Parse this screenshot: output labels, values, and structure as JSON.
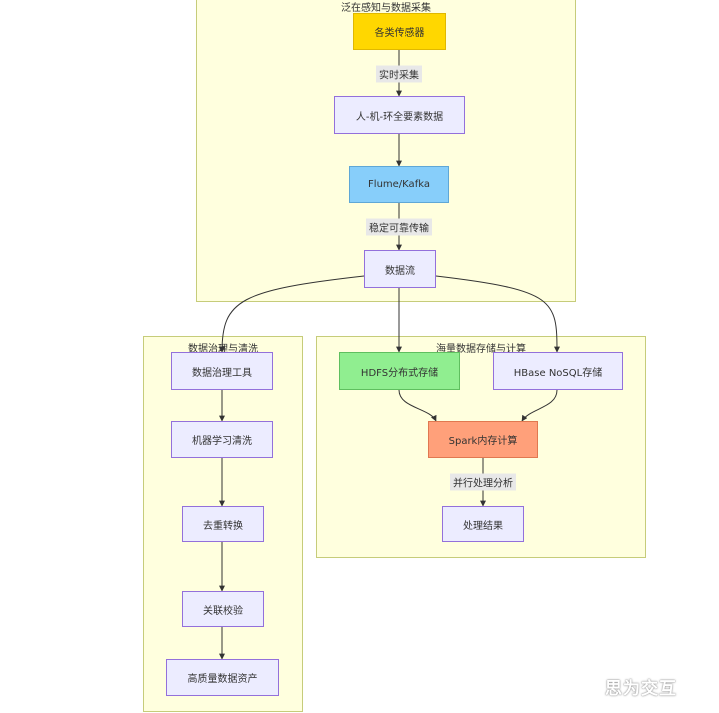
{
  "groups": {
    "collection": "泛在感知与数据采集",
    "governance": "数据治理与清洗",
    "storage": "海量数据存储与计算"
  },
  "nodes": {
    "sensors": "各类传感器",
    "hme_data": "人-机-环全要素数据",
    "flume_kafka": "Flume/Kafka",
    "data_stream": "数据流",
    "gov_tool": "数据治理工具",
    "ml_clean": "机器学习清洗",
    "dedup": "去重转换",
    "assoc_check": "关联校验",
    "hq_assets": "高质量数据资产",
    "hdfs": "HDFS分布式存储",
    "hbase": "HBase NoSQL存储",
    "spark": "Spark内存计算",
    "result": "处理结果"
  },
  "edge_labels": {
    "realtime": "实时采集",
    "reliable": "稳定可靠传输",
    "parallel": "并行处理分析"
  },
  "watermark": "思为交互"
}
